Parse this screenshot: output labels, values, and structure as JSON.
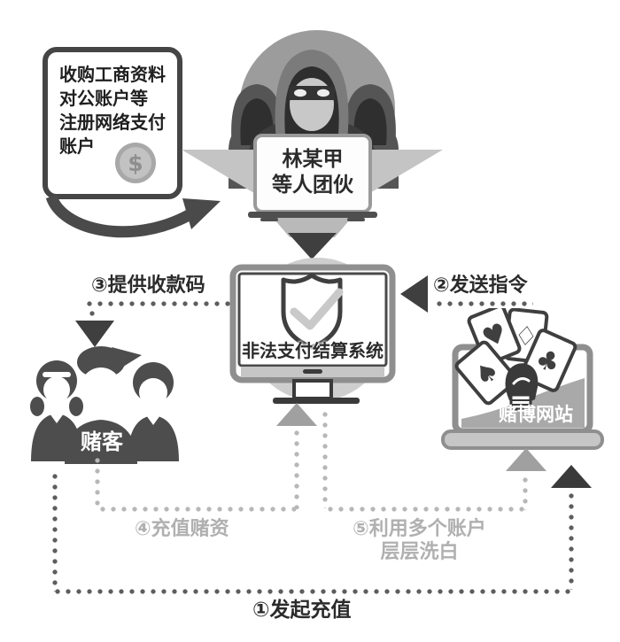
{
  "palette": {
    "dark": "#3f3f3f",
    "mid_gray": "#9c9c9c",
    "light_gray": "#c6c6c6",
    "dot_dark": "#5d5d5d",
    "dot_light": "#b7b7b7",
    "gray_label": "#b0b0b0"
  },
  "info_box": {
    "lines": [
      "收购工商资料",
      "对公账户等",
      "注册网络支付",
      "账户"
    ],
    "dollar": "$"
  },
  "hacker_group": {
    "name_line1": "林某甲",
    "name_line2": "等人团伙"
  },
  "payment_system": {
    "label": "非法支付结算系统"
  },
  "gamblers": {
    "label": "赌客"
  },
  "gambling_site": {
    "label": "赌博网站",
    "card_suits": [
      "♠",
      "♥",
      "♢",
      "♣"
    ]
  },
  "steps": {
    "s1": "①发起充值",
    "s2": "②发送指令",
    "s3": "③提供收款码",
    "s4": "④充值赌资",
    "s5a": "⑤利用多个账户",
    "s5b": "层层洗白"
  }
}
